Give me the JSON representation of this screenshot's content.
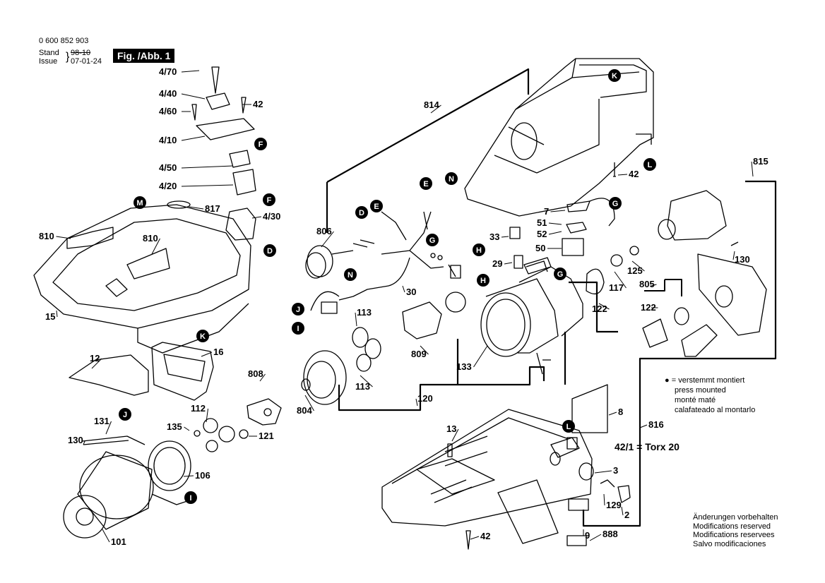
{
  "header": {
    "part_number": "0 600 852 903",
    "stand_label": "Stand",
    "issue_label": "Issue",
    "old_date": "98-10",
    "new_date": "07-01-24",
    "figure_label": "Fig. /Abb. 1"
  },
  "note": {
    "symbol": "●",
    "de": "= verstemmt montiert",
    "en": "press mounted",
    "fr": "monté maté",
    "es": "calafateado al montarlo"
  },
  "modifications": {
    "de": "Änderungen vorbehalten",
    "en": "Modifications reserved",
    "fr": "Modifications reservees",
    "es": "Salvo modificaciones"
  },
  "torx_note": "42/1 = Torx 20",
  "part_labels": [
    "4/70",
    "4/40",
    "4/60",
    "42",
    "4/10",
    "4/50",
    "4/20",
    "817",
    "4/30",
    "810",
    "810",
    "15",
    "12",
    "16",
    "808",
    "112",
    "135",
    "121",
    "131",
    "130",
    "106",
    "101",
    "806",
    "30",
    "814",
    "33",
    "29",
    "52",
    "51",
    "7",
    "50",
    "42",
    "125",
    "130",
    "117",
    "122",
    "805",
    "122",
    "815",
    "816",
    "113",
    "113",
    "809",
    "133",
    "120",
    "804",
    "13",
    "8",
    "3",
    "129",
    "2",
    "9",
    "888",
    "42"
  ],
  "connector_tags": [
    "K",
    "N",
    "L",
    "M",
    "F",
    "E",
    "D",
    "D",
    "E",
    "F",
    "G",
    "G",
    "H",
    "H",
    "N",
    "J",
    "I",
    "K",
    "J",
    "I",
    "G",
    "L"
  ]
}
